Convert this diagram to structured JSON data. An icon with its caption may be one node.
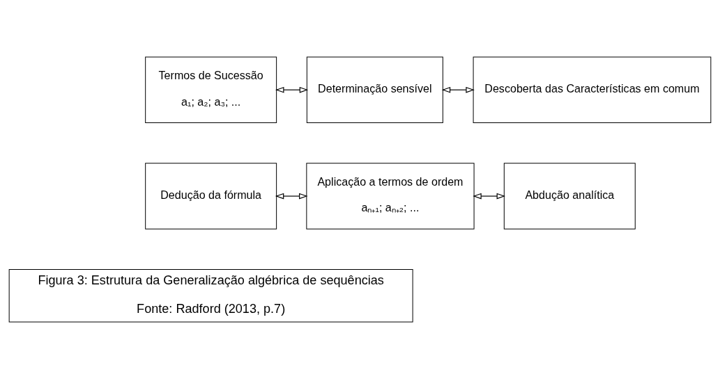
{
  "diagram": {
    "nodes": [
      {
        "text": [
          "Termos de Sucessão",
          "a₁; a₂; a₃; ..."
        ]
      },
      {
        "text": [
          "Determinação sensível"
        ]
      },
      {
        "text": [
          "Descoberta das Características em comum"
        ]
      },
      {
        "text": [
          "Dedução da fórmula"
        ]
      },
      {
        "text": [
          "Aplicação a termos de ordem",
          "aₙ₊₁; aₙ₊₂; ..."
        ]
      },
      {
        "text": [
          "Abdução analítica"
        ]
      },
      {
        "text": [
          "Figura 3: Estrutura da Generalização algébrica de sequências",
          "Fonte: Radford (2013, p.7)"
        ]
      }
    ],
    "edges": [
      {
        "from": 0,
        "to": 1,
        "arrow": "both"
      },
      {
        "from": 1,
        "to": 2,
        "arrow": "both"
      },
      {
        "from": 3,
        "to": 4,
        "arrow": "both"
      },
      {
        "from": 4,
        "to": 5,
        "arrow": "both"
      }
    ]
  }
}
